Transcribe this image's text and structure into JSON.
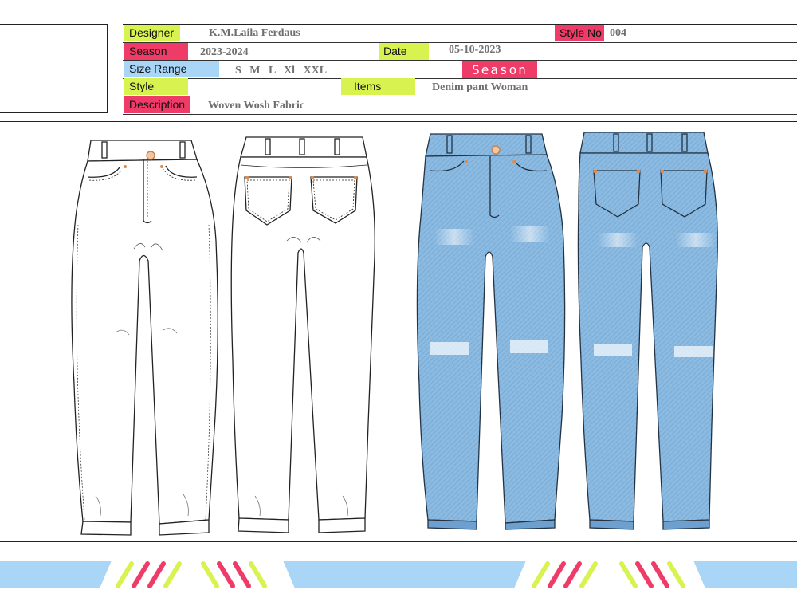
{
  "spec": {
    "designer_label": "Designer",
    "designer_value": "K.M.Laila Ferdaus",
    "style_no_label": "Style No",
    "style_no_value": "004",
    "season_label": "Season",
    "season_value": "2023-2024",
    "date_label": "Date",
    "date_value": "05-10-2023",
    "size_range_label": "Size Range",
    "size_range_value": "S   M   L   Xl   XXL",
    "season_badge": "Season",
    "style_label": "Style",
    "items_label": "Items",
    "items_value": "Denim pant Woman",
    "description_label": "Description",
    "description_value": "Woven Wosh Fabric"
  },
  "colors": {
    "green_label": "#d8f24f",
    "pink_label": "#ef3b68",
    "blue_label": "#a9d5f7",
    "denim": "#8bb9df",
    "denim_dark": "#6d9fcf",
    "stitch_orange": "#e08a4a"
  },
  "drawings": [
    "white-jeans-front",
    "white-jeans-back",
    "denim-jeans-front",
    "denim-jeans-back"
  ]
}
